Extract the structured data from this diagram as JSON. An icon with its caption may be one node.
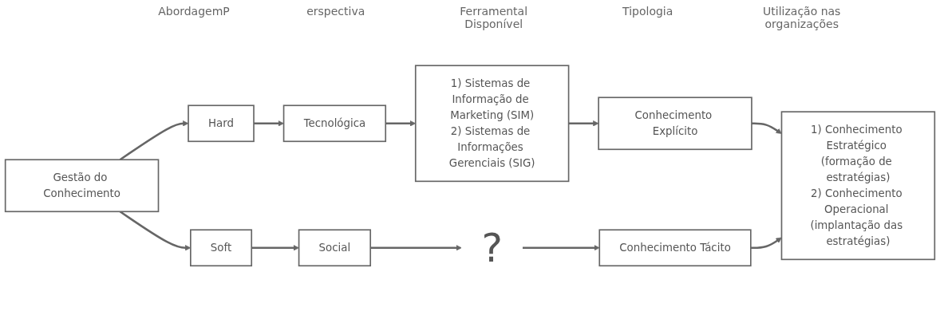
{
  "diagram": {
    "nodes": [
      {
        "text": [
          "Gestão do Conhecimento"
        ]
      },
      {
        "text": [
          "Hard"
        ]
      },
      {
        "text": [
          "Soft"
        ]
      },
      {
        "text": [
          "Tecnológica"
        ]
      },
      {
        "text": [
          "Social"
        ]
      },
      {
        "text": [
          "1) Sistemas de Informação de Marketing (SIM)",
          "2) Sistemas de Informações Gerenciais (SIG)"
        ]
      },
      {
        "text": [
          "?"
        ]
      },
      {
        "text": [
          "Conhecimento Explícito"
        ]
      },
      {
        "text": [
          "Conhecimento Tácito"
        ]
      },
      {
        "text": [
          "1) Conhecimento Estratégico (formação de estratégias)",
          "2) Conhecimento Operacional (implantação das estratégias)"
        ]
      }
    ],
    "edges": [
      {
        "from": 0,
        "to": 1,
        "arrow": "to"
      },
      {
        "from": 0,
        "to": 2,
        "arrow": "to"
      },
      {
        "from": 1,
        "to": 3,
        "arrow": "to"
      },
      {
        "from": 2,
        "to": 4,
        "arrow": "to"
      },
      {
        "from": 3,
        "to": 5,
        "arrow": "to"
      },
      {
        "from": 4,
        "to": 6,
        "arrow": "to"
      },
      {
        "from": 5,
        "to": 7,
        "arrow": "to"
      },
      {
        "from": 6,
        "to": 8,
        "arrow": "to"
      },
      {
        "from": 7,
        "to": 9,
        "arrow": "to"
      },
      {
        "from": 8,
        "to": 9,
        "arrow": "to"
      }
    ],
    "labels": [
      "AbordagemP",
      "erspectiva",
      "Ferramental Disponível",
      "Tipologia",
      "Utilização nas organizações"
    ]
  }
}
